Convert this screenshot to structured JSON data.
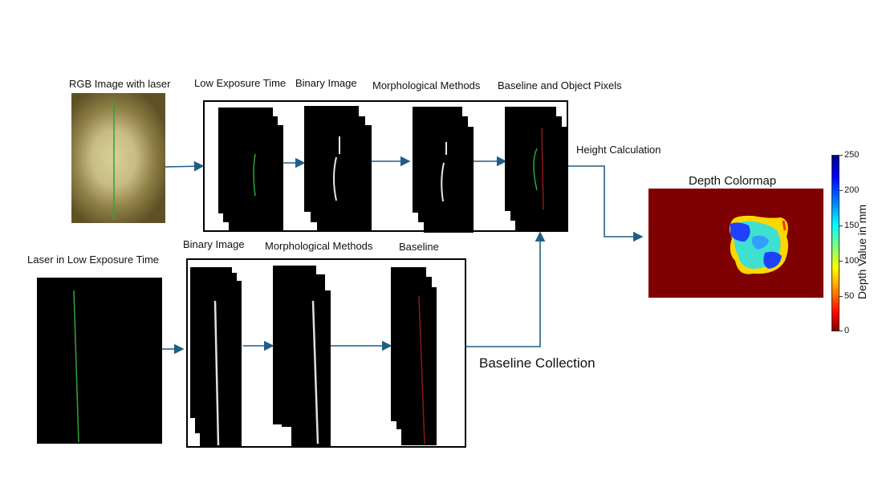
{
  "labels": {
    "rgb": "RGB Image with laser",
    "low_exposure": "Low Exposure Time",
    "binary_top": "Binary Image",
    "morph_top": "Morphological Methods",
    "baseline_object": "Baseline and Object Pixels",
    "height_calc": "Height Calculation",
    "depth_colormap": "Depth Colormap",
    "laser_low": "Laser in Low Exposure Time",
    "binary_bottom": "Binary Image",
    "morph_bottom": "Morphological Methods",
    "baseline": "Baseline",
    "baseline_collection": "Baseline Collection"
  },
  "colorbar": {
    "label": "Depth Value in mm",
    "ticks": [
      "250",
      "200",
      "150",
      "100",
      "50",
      "0"
    ],
    "range": [
      0,
      250
    ],
    "colormap": "jet_r"
  },
  "colors": {
    "arrow": "#1f5f86",
    "laser_green": "#2fa83a",
    "baseline_red": "#8b1a1a",
    "depth_background": "#7f0000"
  }
}
